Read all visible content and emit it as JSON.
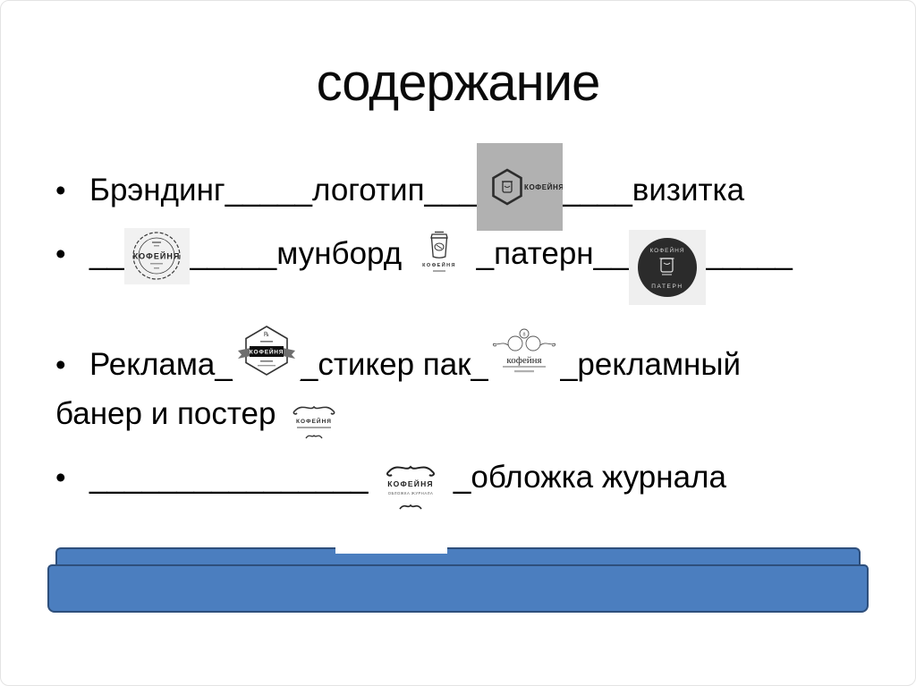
{
  "slide": {
    "title": "содержание",
    "bullet_char": "•",
    "bullets": {
      "b1": {
        "seg1": "Брэндинг_____логотип___",
        "seg2": "____визитка"
      },
      "b2": {
        "seg1": "__",
        "seg2": "_____мунборд ",
        "seg3": " _патерн__",
        "seg4": "_____"
      },
      "b3": {
        "line1": {
          "seg1": "Реклама_",
          "seg2": "_стикер пак_",
          "seg3": "_рекламный"
        },
        "line2": {
          "seg1": "банер и постер "
        }
      },
      "b4": {
        "seg1": "________________ ",
        "seg2": " _обложка журнала"
      }
    },
    "logos": {
      "hex_gray": {
        "brand": "КОФЕЙНЯ"
      },
      "stamp": {
        "brand": "КОФЕЙНЯ"
      },
      "cup": {
        "brand": "КОФЕЙНЯ"
      },
      "pattern": {
        "brand": "КОФЕЙНЯ",
        "label": "ПАТЕРН"
      },
      "badge": {
        "brand": "КОФЕЙНЯ"
      },
      "vintage": {
        "brand": "кофейня"
      },
      "banner": {
        "brand": "КОФЕЙНЯ"
      },
      "magazine": {
        "brand": "КОФЕЙНЯ",
        "label": "ОБЛОЖКА ЖУРНАЛА"
      }
    },
    "colors": {
      "accent_blue": "#4b7ebf",
      "accent_blue_border": "#2e4f7c",
      "logo_gray_bg": "#b1b1b1",
      "logo_light_bg": "#f1f1f1",
      "text": "#000000"
    }
  }
}
